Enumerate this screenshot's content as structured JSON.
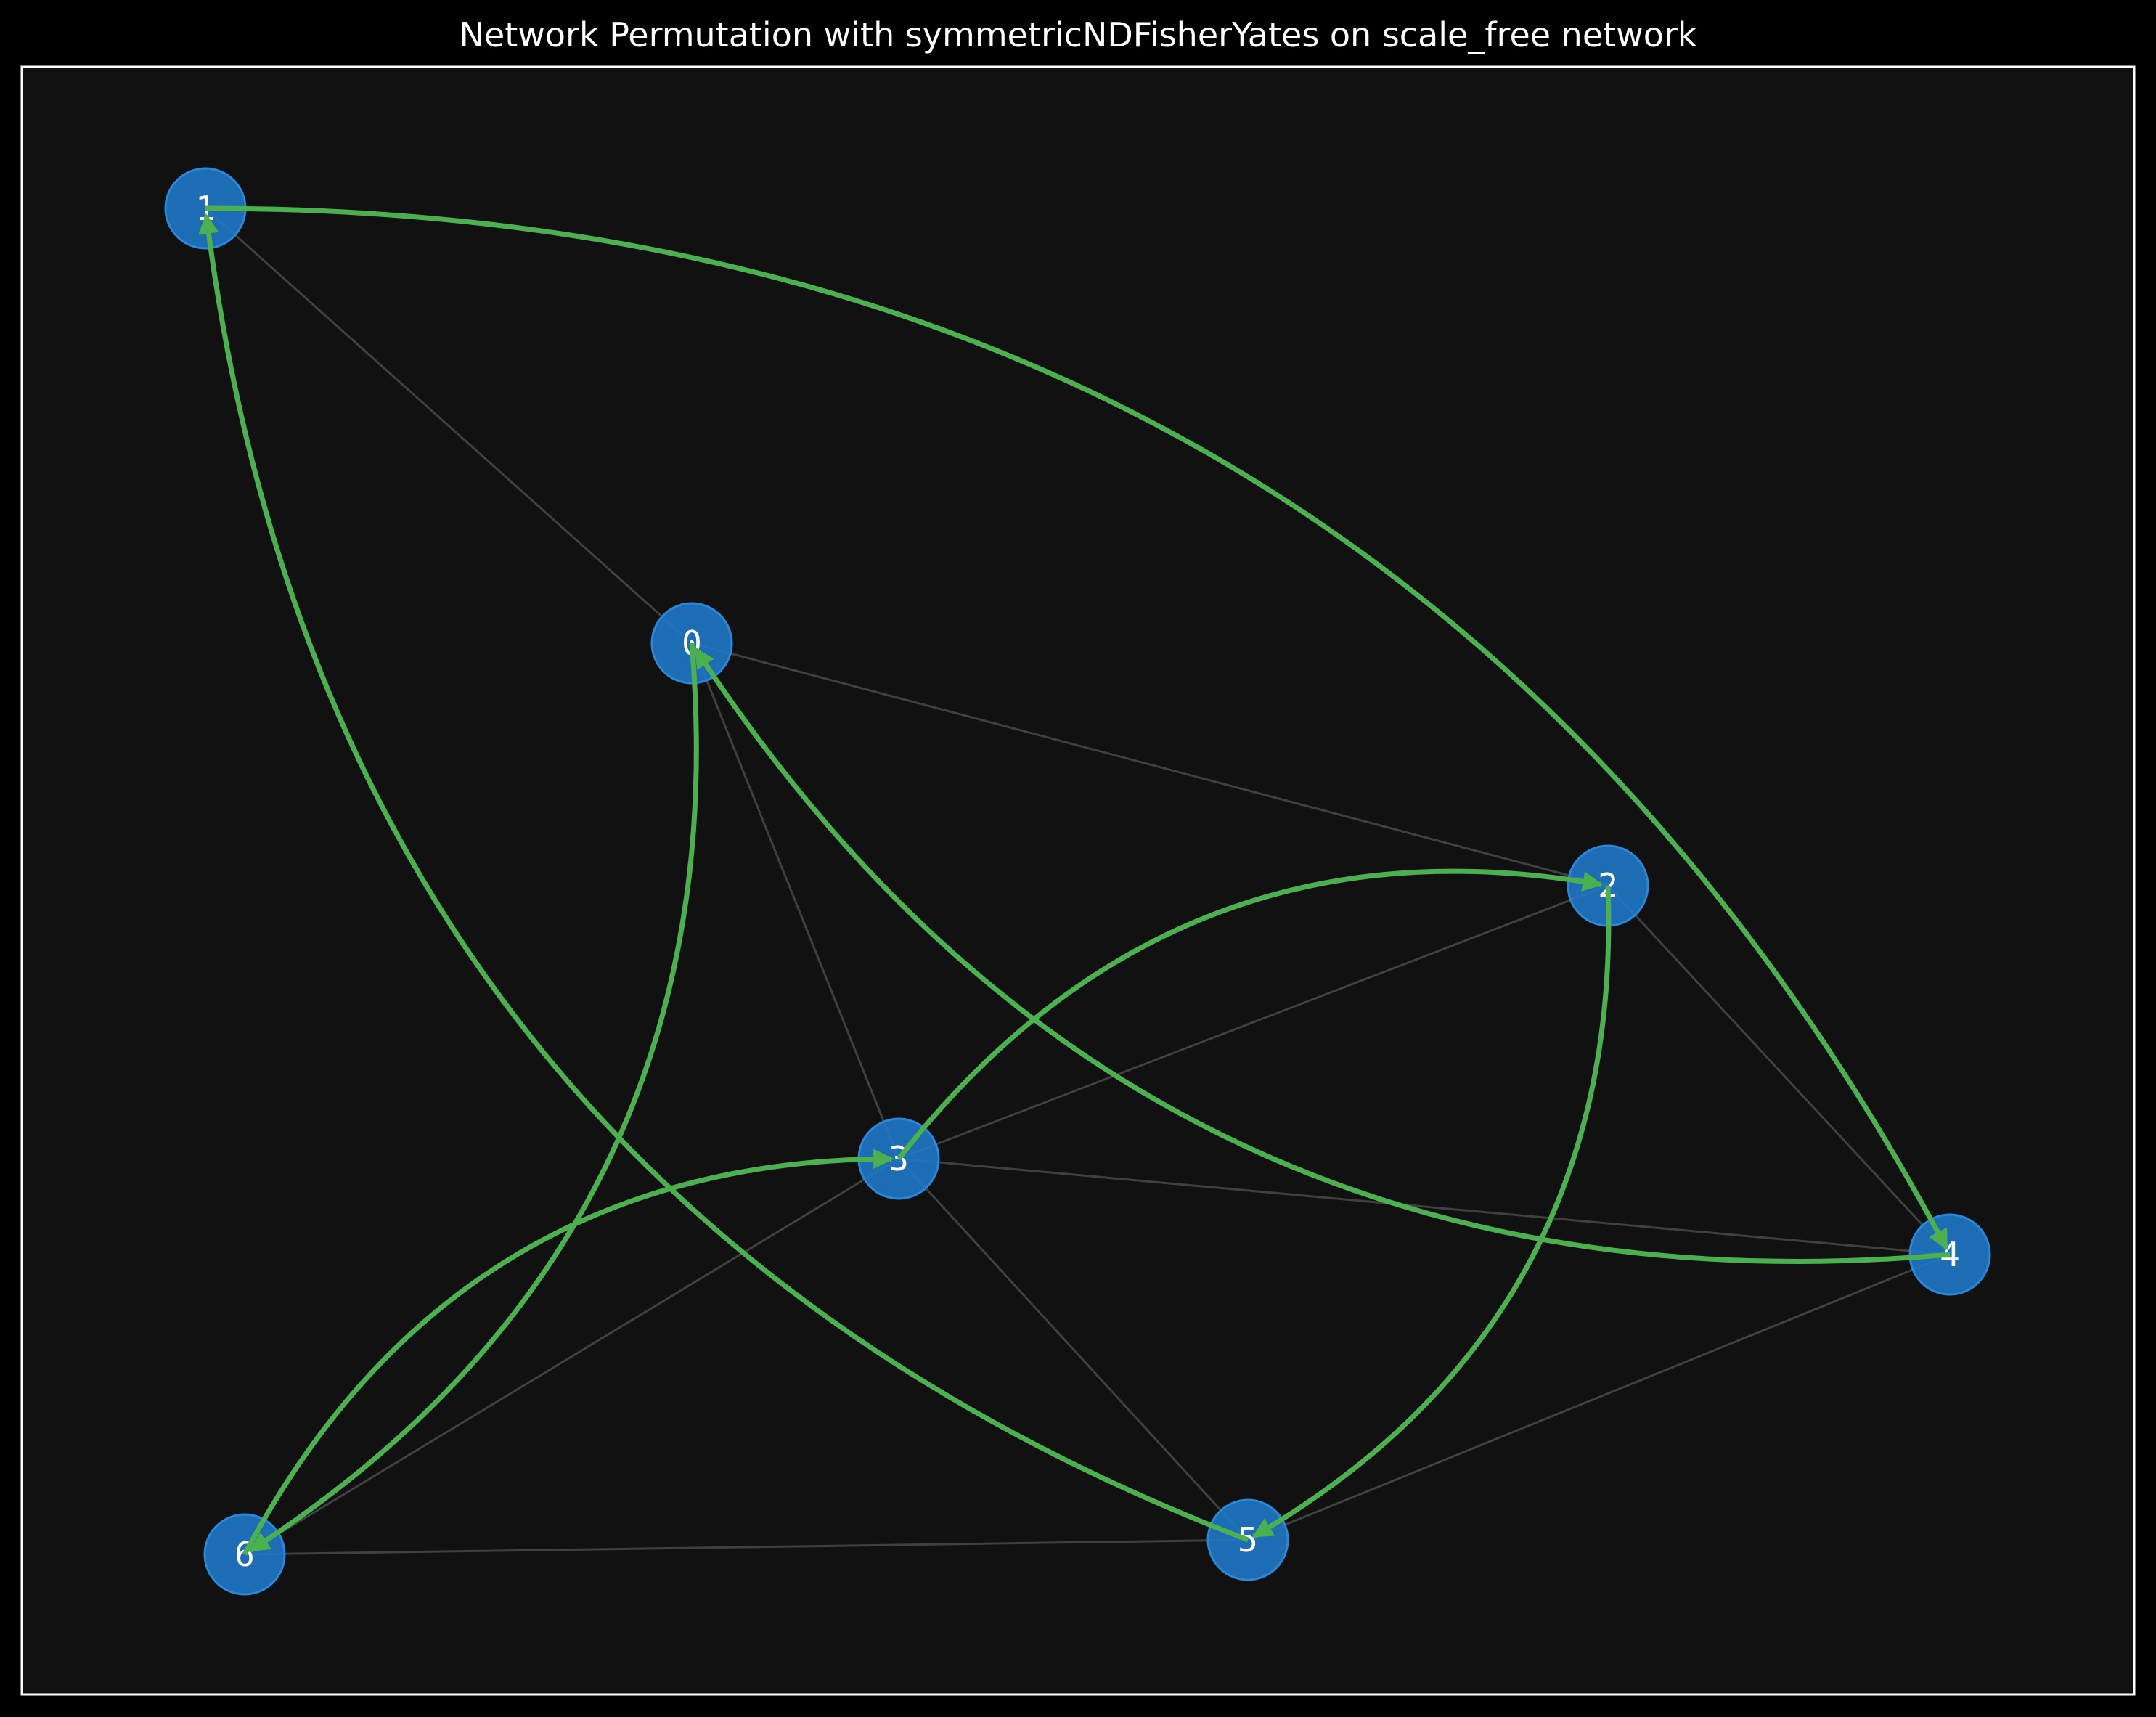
{
  "figure": {
    "title": "Network Permutation with symmetricNDFisherYates on scale_free network",
    "background_color": "#000000",
    "panel_color": "#111111",
    "frame_color": "#ffffff",
    "node_color": "#1f78c8",
    "node_edge_color": "#2b88d8",
    "edge_color": "#ffffff",
    "arrow_color": "#4caf50"
  },
  "graph": {
    "nodes": [
      {
        "id": "0",
        "label": "0"
      },
      {
        "id": "1",
        "label": "1"
      },
      {
        "id": "2",
        "label": "2"
      },
      {
        "id": "3",
        "label": "3"
      },
      {
        "id": "4",
        "label": "4"
      },
      {
        "id": "5",
        "label": "5"
      },
      {
        "id": "6",
        "label": "6"
      }
    ],
    "edges": [
      [
        "0",
        "1"
      ],
      [
        "0",
        "2"
      ],
      [
        "0",
        "3"
      ],
      [
        "2",
        "3"
      ],
      [
        "2",
        "4"
      ],
      [
        "3",
        "4"
      ],
      [
        "3",
        "5"
      ],
      [
        "3",
        "6"
      ],
      [
        "4",
        "5"
      ],
      [
        "5",
        "6"
      ]
    ],
    "permutation": [
      {
        "from": "0",
        "to": "6"
      },
      {
        "from": "6",
        "to": "3"
      },
      {
        "from": "3",
        "to": "2"
      },
      {
        "from": "2",
        "to": "5"
      },
      {
        "from": "5",
        "to": "1"
      },
      {
        "from": "1",
        "to": "4"
      },
      {
        "from": "4",
        "to": "0"
      }
    ]
  }
}
